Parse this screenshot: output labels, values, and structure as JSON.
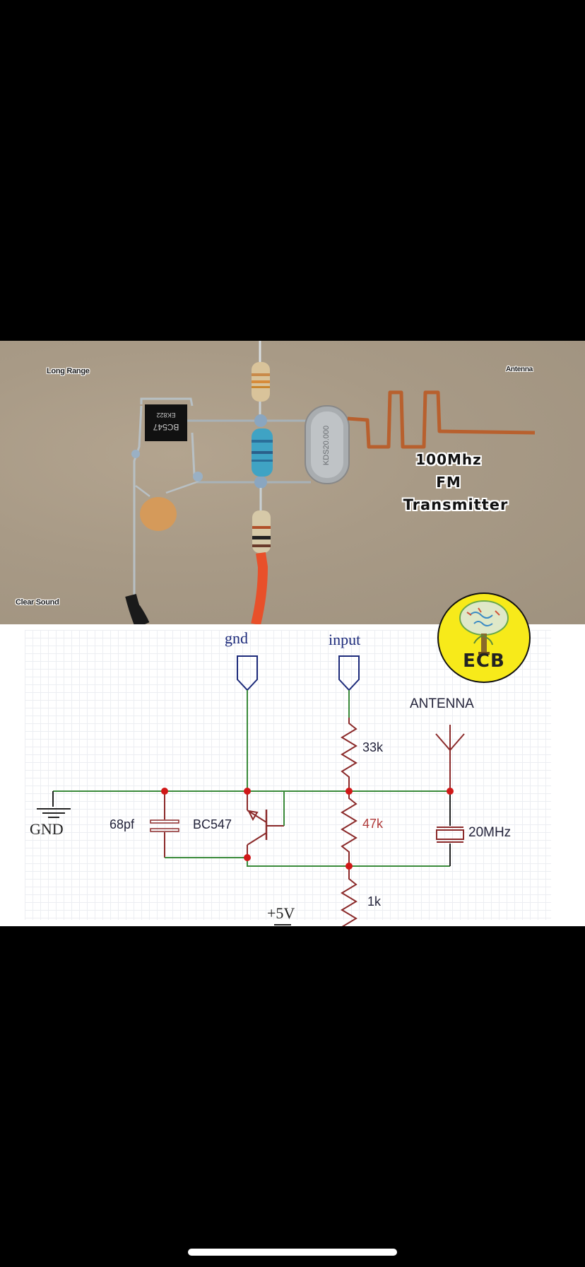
{
  "photo": {
    "labels": {
      "long_range": "Long Range",
      "clear_sound": "Clear Sound",
      "antenna": "Antenna"
    },
    "title_lines": [
      "100Mhz",
      "FM",
      "Transmitter"
    ],
    "component_markings": {
      "transistor_line1": "BC547",
      "transistor_line2": "EK822",
      "crystal": "KDS20.000"
    },
    "colors": {
      "background": "#a89a86",
      "copper": "#b8602e",
      "red_wire": "#e8502a",
      "black_wire": "#1a1a1a"
    }
  },
  "logo": {
    "text": "ECB",
    "color": "#f7ea1a"
  },
  "schematic": {
    "pins": {
      "gnd_pin": "gnd",
      "input_pin": "input"
    },
    "labels": {
      "ground": "GND",
      "capacitor": "68pf",
      "transistor": "BC547",
      "r1": "33k",
      "r2": "47k",
      "r3": "1k",
      "antenna": "ANTENNA",
      "crystal": "20MHz",
      "supply": "+5V"
    },
    "colors": {
      "wire": "#3a8a3a",
      "component": "#8b2a2a",
      "junction": "#d01818",
      "pin": "#1c2a7a",
      "value_highlight": "#b03a3a"
    }
  }
}
